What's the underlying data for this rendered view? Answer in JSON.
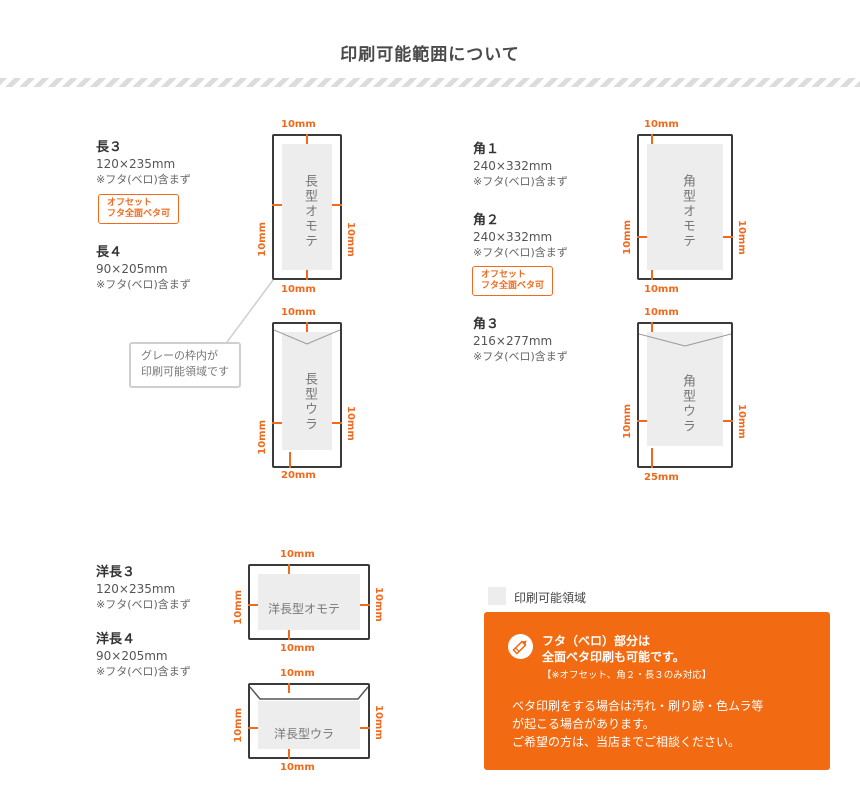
{
  "title": "印刷可能範囲について",
  "specs": {
    "naga3": {
      "name": "長３",
      "size": "120×235mm",
      "note": "※フタ(ベロ)含まず"
    },
    "naga4": {
      "name": "長４",
      "size": "90×205mm",
      "note": "※フタ(ベロ)含まず"
    },
    "kaku1": {
      "name": "角１",
      "size": "240×332mm",
      "note": "※フタ(ベロ)含まず"
    },
    "kaku2": {
      "name": "角２",
      "size": "240×332mm",
      "note": "※フタ(ベロ)含まず"
    },
    "kaku3": {
      "name": "角３",
      "size": "216×277mm",
      "note": "※フタ(ベロ)含まず"
    },
    "younaga3": {
      "name": "洋長３",
      "size": "120×235mm",
      "note": "※フタ(ベロ)含まず"
    },
    "younaga4": {
      "name": "洋長４",
      "size": "90×205mm",
      "note": "※フタ(ベロ)含まず"
    }
  },
  "badge": {
    "line1": "オフセット",
    "line2": "フタ全面ベタ可"
  },
  "envelopes": {
    "naga_front": {
      "label": "長型オモテ",
      "top": "10mm",
      "bottom": "10mm",
      "left": "10mm",
      "right": "10mm"
    },
    "naga_back": {
      "label": "長型ウラ",
      "top": "10mm",
      "bottom": "20mm",
      "left": "10mm",
      "right": "10mm"
    },
    "kaku_front": {
      "label": "角型オモテ",
      "top": "10mm",
      "bottom": "10mm",
      "left": "10mm",
      "right": "10mm"
    },
    "kaku_back": {
      "label": "角型ウラ",
      "top": "10mm",
      "bottom": "25mm",
      "left": "10mm",
      "right": "10mm"
    },
    "younaga_front": {
      "label": "洋長型オモテ",
      "top": "10mm",
      "bottom": "10mm",
      "left": "10mm",
      "right": "10mm"
    },
    "younaga_back": {
      "label": "洋長型ウラ",
      "top": "10mm",
      "bottom": "10mm",
      "left": "10mm",
      "right": "10mm"
    }
  },
  "callout": {
    "line1": "グレーの枠内が",
    "line2": "印刷可能領域です"
  },
  "legend": {
    "label": "印刷可能領域"
  },
  "info": {
    "heading1": "フタ（ベロ）部分は",
    "heading2": "全面ベタ印刷も可能です。",
    "note": "【※オフセット、角２・長３のみ対応】",
    "body1": "ベタ印刷をする場合は汚れ・刷り跡・色ムラ等",
    "body2": "が起こる場合があります。",
    "body3": "ご希望の方は、当店までご相談ください。"
  },
  "colors": {
    "accent": "#ef6a1d",
    "info_bg": "#f26a12",
    "print_area": "#ededed",
    "outline": "#3a3a3a"
  },
  "icons": {
    "info": "pencil-icon"
  }
}
